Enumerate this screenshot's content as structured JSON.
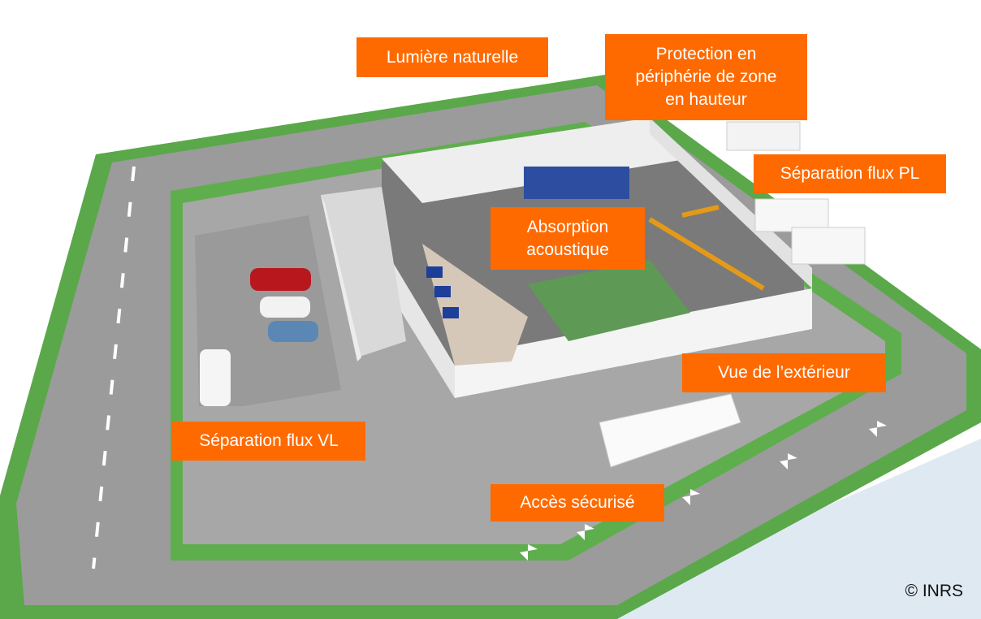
{
  "accent_color": "#ff6a00",
  "callouts": {
    "lumiere": "Lumière naturelle",
    "protection": "Protection en\npériphérie de zone\nen hauteur",
    "flux_pl": "Séparation flux PL",
    "absorption": "Absorption\nacoustique",
    "vue_ext": "Vue de l’extérieur",
    "flux_vl": "Séparation flux VL",
    "acces": "Accès sécurisé"
  },
  "copyright": "© INRS",
  "icons": [
    "warehouse-3d-icon",
    "truck-icon",
    "car-icon",
    "solar-panel-icon",
    "crane-icon",
    "shelving-icon",
    "road-arrow-icon"
  ]
}
